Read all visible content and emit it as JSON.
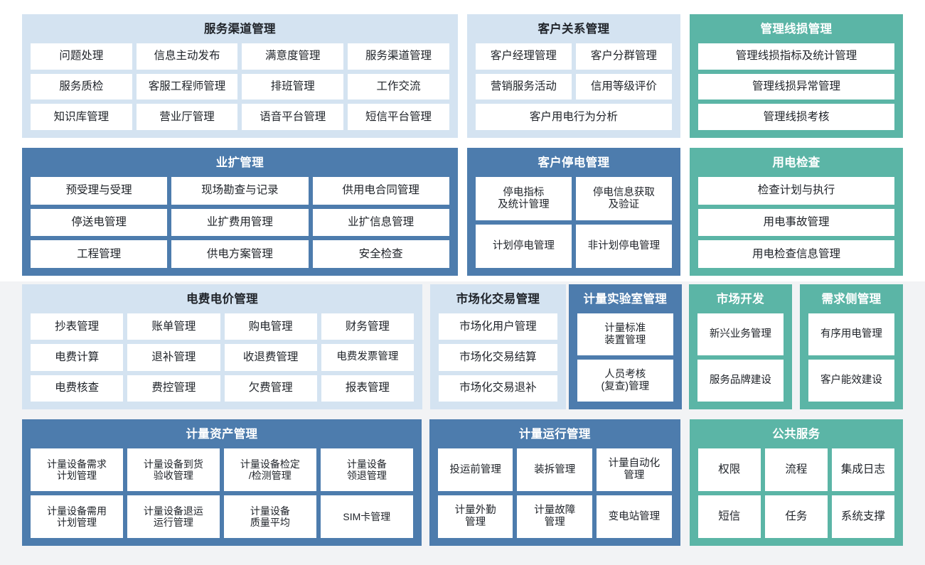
{
  "theme": {
    "page_bg": "#ffffff",
    "band_bg": "#f2f3f5",
    "light_blue": "#d4e3f1",
    "dark_blue": "#4d7cad",
    "teal": "#5bb5a6",
    "tile_bg": "#ffffff",
    "tile_text": "#20242a"
  },
  "rows": [
    {
      "panels": [
        {
          "title": "服务渠道管理",
          "style": "blue-light",
          "grid": [
            [
              "问题处理",
              "信息主动发布",
              "满意度管理",
              "服务渠道管理"
            ],
            [
              "服务质检",
              "客服工程师管理",
              "排班管理",
              "工作交流"
            ],
            [
              "知识库管理",
              "营业厅管理",
              "语音平台管理",
              "短信平台管理"
            ]
          ]
        },
        {
          "title": "客户关系管理",
          "style": "blue-light",
          "grid": [
            [
              "客户经理管理",
              "客户分群管理"
            ],
            [
              "营销服务活动",
              "信用等级评价"
            ],
            [
              "客户用电行为分析"
            ]
          ]
        },
        {
          "title": "管理线损管理",
          "style": "teal",
          "grid": [
            [
              "管理线损指标及统计管理"
            ],
            [
              "管理线损异常管理"
            ],
            [
              "管理线损考核"
            ]
          ]
        }
      ]
    },
    {
      "panels": [
        {
          "title": "业扩管理",
          "style": "blue-dark",
          "grid": [
            [
              "预受理与受理",
              "现场勘查与记录",
              "供用电合同管理"
            ],
            [
              "停送电管理",
              "业扩费用管理",
              "业扩信息管理"
            ],
            [
              "工程管理",
              "供电方案管理",
              "安全检查"
            ]
          ]
        },
        {
          "title": "客户停电管理",
          "style": "blue-dark",
          "grid": [
            [
              "停电指标\n及统计管理",
              "停电信息获取\n及验证"
            ],
            [
              "计划停电管理",
              "非计划停电管理"
            ]
          ]
        },
        {
          "title": "用电检查",
          "style": "teal",
          "grid": [
            [
              "检查计划与执行"
            ],
            [
              "用电事故管理"
            ],
            [
              "用电检查信息管理"
            ]
          ]
        }
      ]
    },
    {
      "panels": [
        {
          "title": "电费电价管理",
          "style": "blue-light",
          "grid": [
            [
              "抄表管理",
              "账单管理",
              "购电管理",
              "财务管理"
            ],
            [
              "电费计算",
              "退补管理",
              "收退费管理",
              "电费发票管理"
            ],
            [
              "电费核查",
              "费控管理",
              "欠费管理",
              "报表管理"
            ]
          ]
        },
        {
          "title": "市场化交易管理",
          "style": "blue-light",
          "grid": [
            [
              "市场化用户管理"
            ],
            [
              "市场化交易结算"
            ],
            [
              "市场化交易退补"
            ]
          ]
        },
        {
          "title": "计量实验室管理",
          "style": "blue-dark",
          "grid": [
            [
              "计量标准\n装置管理"
            ],
            [
              "人员考核\n(复查)管理"
            ]
          ]
        },
        {
          "title": "市场开发",
          "style": "teal",
          "grid": [
            [
              "新兴业务管理"
            ],
            [
              "服务品牌建设"
            ]
          ]
        },
        {
          "title": "需求侧管理",
          "style": "teal",
          "grid": [
            [
              "有序用电管理"
            ],
            [
              "客户能效建设"
            ]
          ]
        }
      ]
    },
    {
      "panels": [
        {
          "title": "计量资产管理",
          "style": "blue-dark",
          "grid": [
            [
              "计量设备需求\n计划管理",
              "计量设备到货\n验收管理",
              "计量设备检定\n/检测管理",
              "计量设备\n领退管理"
            ],
            [
              "计量设备需用\n计划管理",
              "计量设备退运\n运行管理",
              "计量设备\n质量平均",
              "SIM卡管理"
            ]
          ]
        },
        {
          "title": "计量运行管理",
          "style": "blue-dark",
          "grid": [
            [
              "投运前管理",
              "装拆管理",
              "计量自动化\n管理"
            ],
            [
              "计量外勤\n管理",
              "计量故障\n管理",
              "变电站管理"
            ]
          ]
        },
        {
          "title": "公共服务",
          "style": "teal",
          "grid": [
            [
              "权限",
              "流程",
              "集成日志"
            ],
            [
              "短信",
              "任务",
              "系统支撑"
            ]
          ]
        }
      ]
    }
  ]
}
